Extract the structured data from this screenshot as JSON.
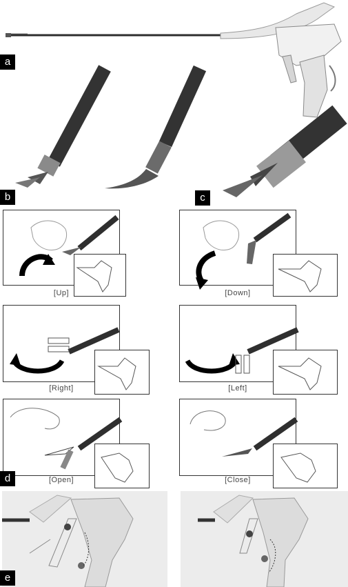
{
  "panels": {
    "a": {
      "label": "a"
    },
    "b": {
      "label": "b"
    },
    "c": {
      "label": "c"
    },
    "d": {
      "label": "d",
      "motions": [
        {
          "caption": "[Up]"
        },
        {
          "caption": "[Down]"
        },
        {
          "caption": "[Right]"
        },
        {
          "caption": "[Left]"
        },
        {
          "caption": "[Open]"
        },
        {
          "caption": "[Close]"
        }
      ]
    },
    "e": {
      "label": "e"
    }
  },
  "colors": {
    "tag_bg": "#000000",
    "shaft": "#3a3a3a",
    "tip": "#6a6a6a",
    "handle": "#e6e6e6",
    "panel_e_bg": "#ececec"
  }
}
